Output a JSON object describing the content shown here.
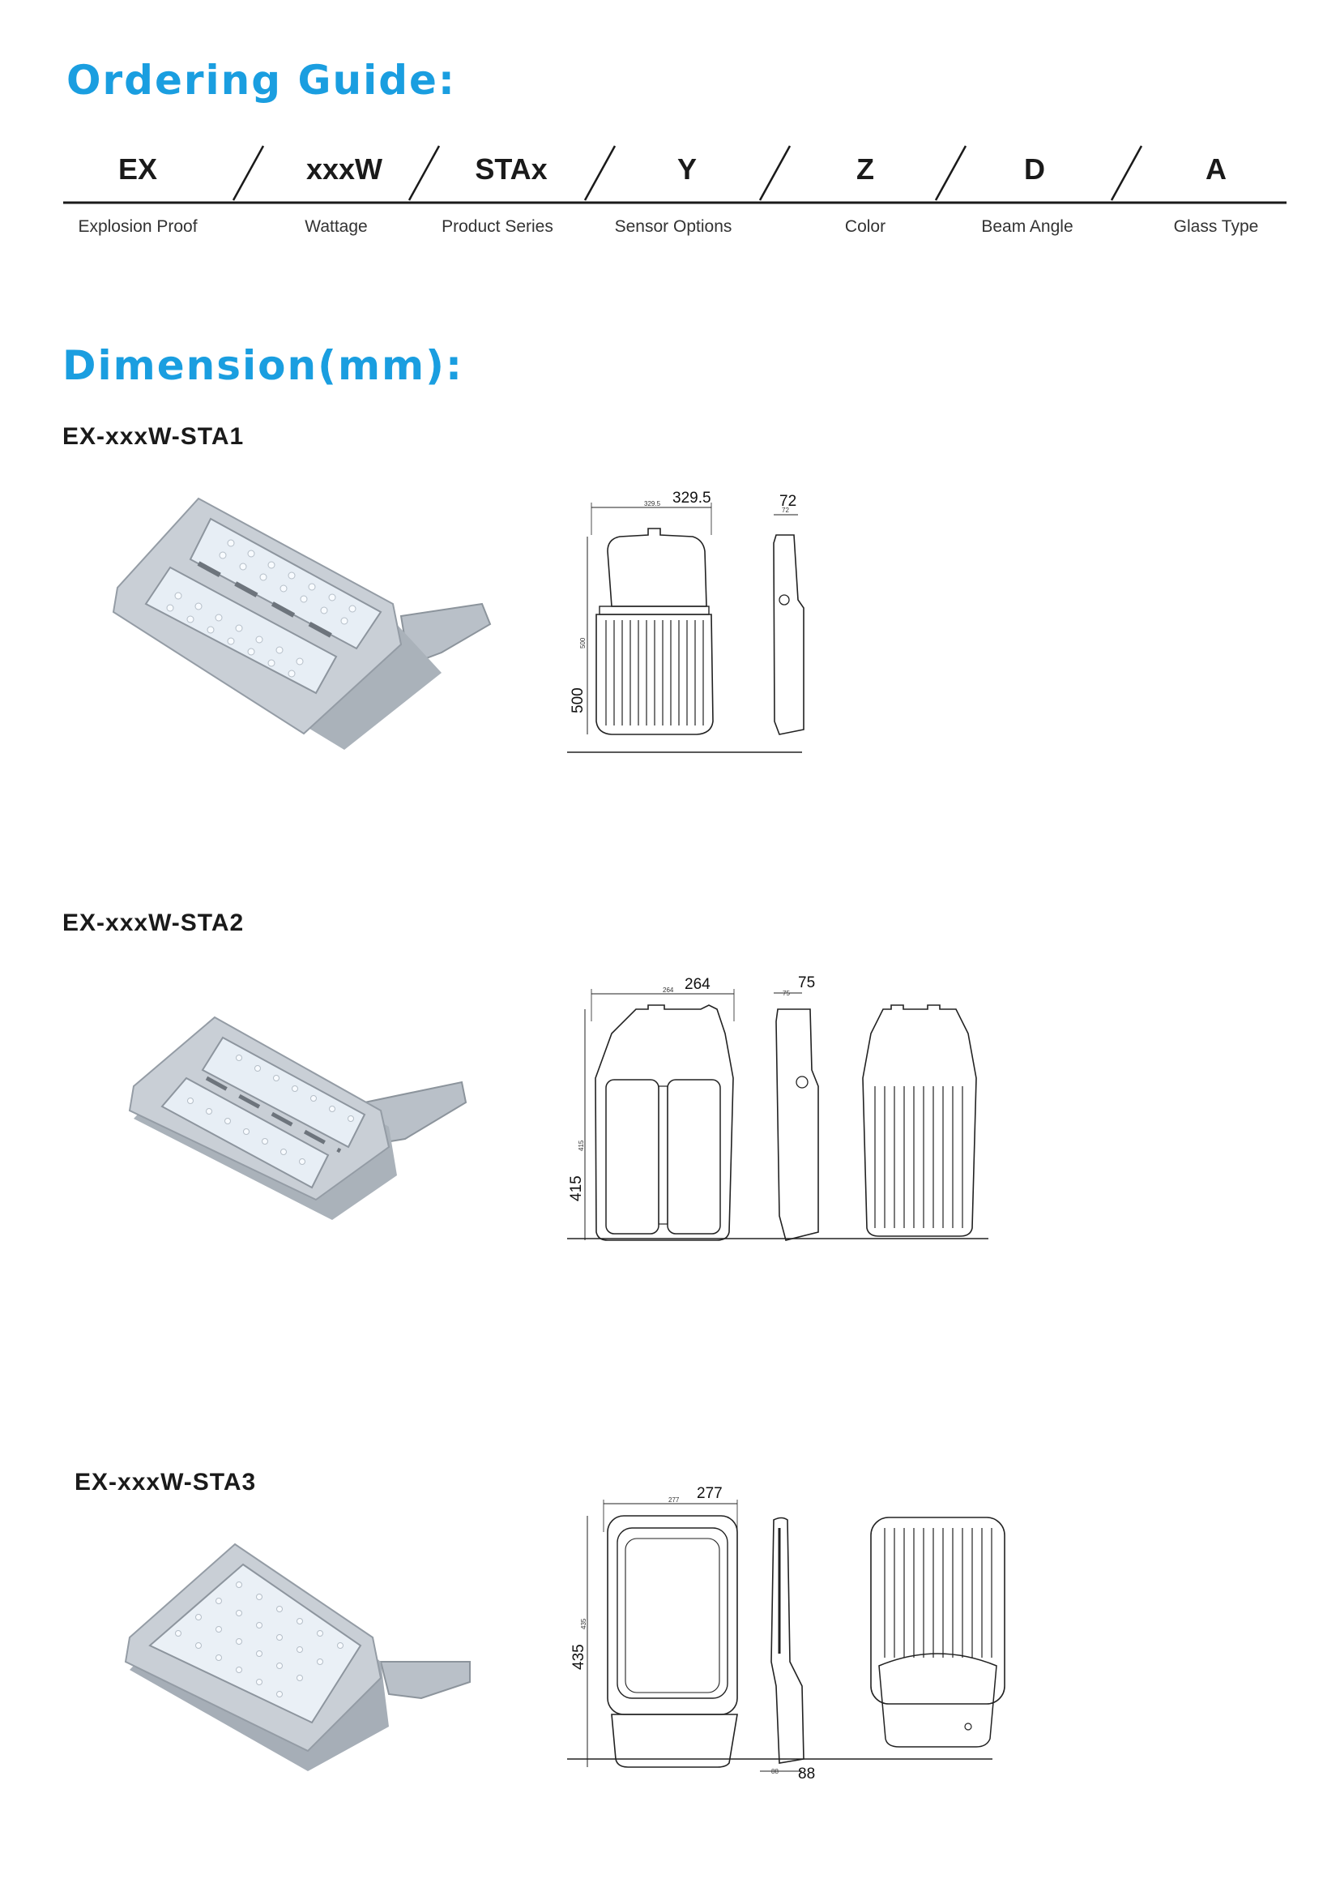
{
  "ordering": {
    "title": "Ordering Guide:",
    "codes": [
      {
        "code": "EX",
        "label": "Explosion Proof"
      },
      {
        "code": "xxxW",
        "label": "Wattage"
      },
      {
        "code": "STAx",
        "label": "Product Series"
      },
      {
        "code": "Y",
        "label": "Sensor Options"
      },
      {
        "code": "Z",
        "label": "Color"
      },
      {
        "code": "D",
        "label": "Beam Angle"
      },
      {
        "code": "A",
        "label": "Glass Type"
      }
    ]
  },
  "dimension": {
    "title": "Dimension(mm):",
    "models": [
      {
        "name": "EX-xxxW-STA1",
        "width": "329.5",
        "width_small": "329.5",
        "depth": "72",
        "depth_small": "72",
        "height": "500",
        "height_small": "500"
      },
      {
        "name": "EX-xxxW-STA2",
        "width": "264",
        "width_small": "264",
        "depth": "75",
        "depth_small": "75",
        "height": "415",
        "height_small": "415"
      },
      {
        "name": "EX-xxxW-STA3",
        "width": "277",
        "width_small": "277",
        "depth": "88",
        "depth_small": "88",
        "height": "435",
        "height_small": "435"
      }
    ]
  }
}
